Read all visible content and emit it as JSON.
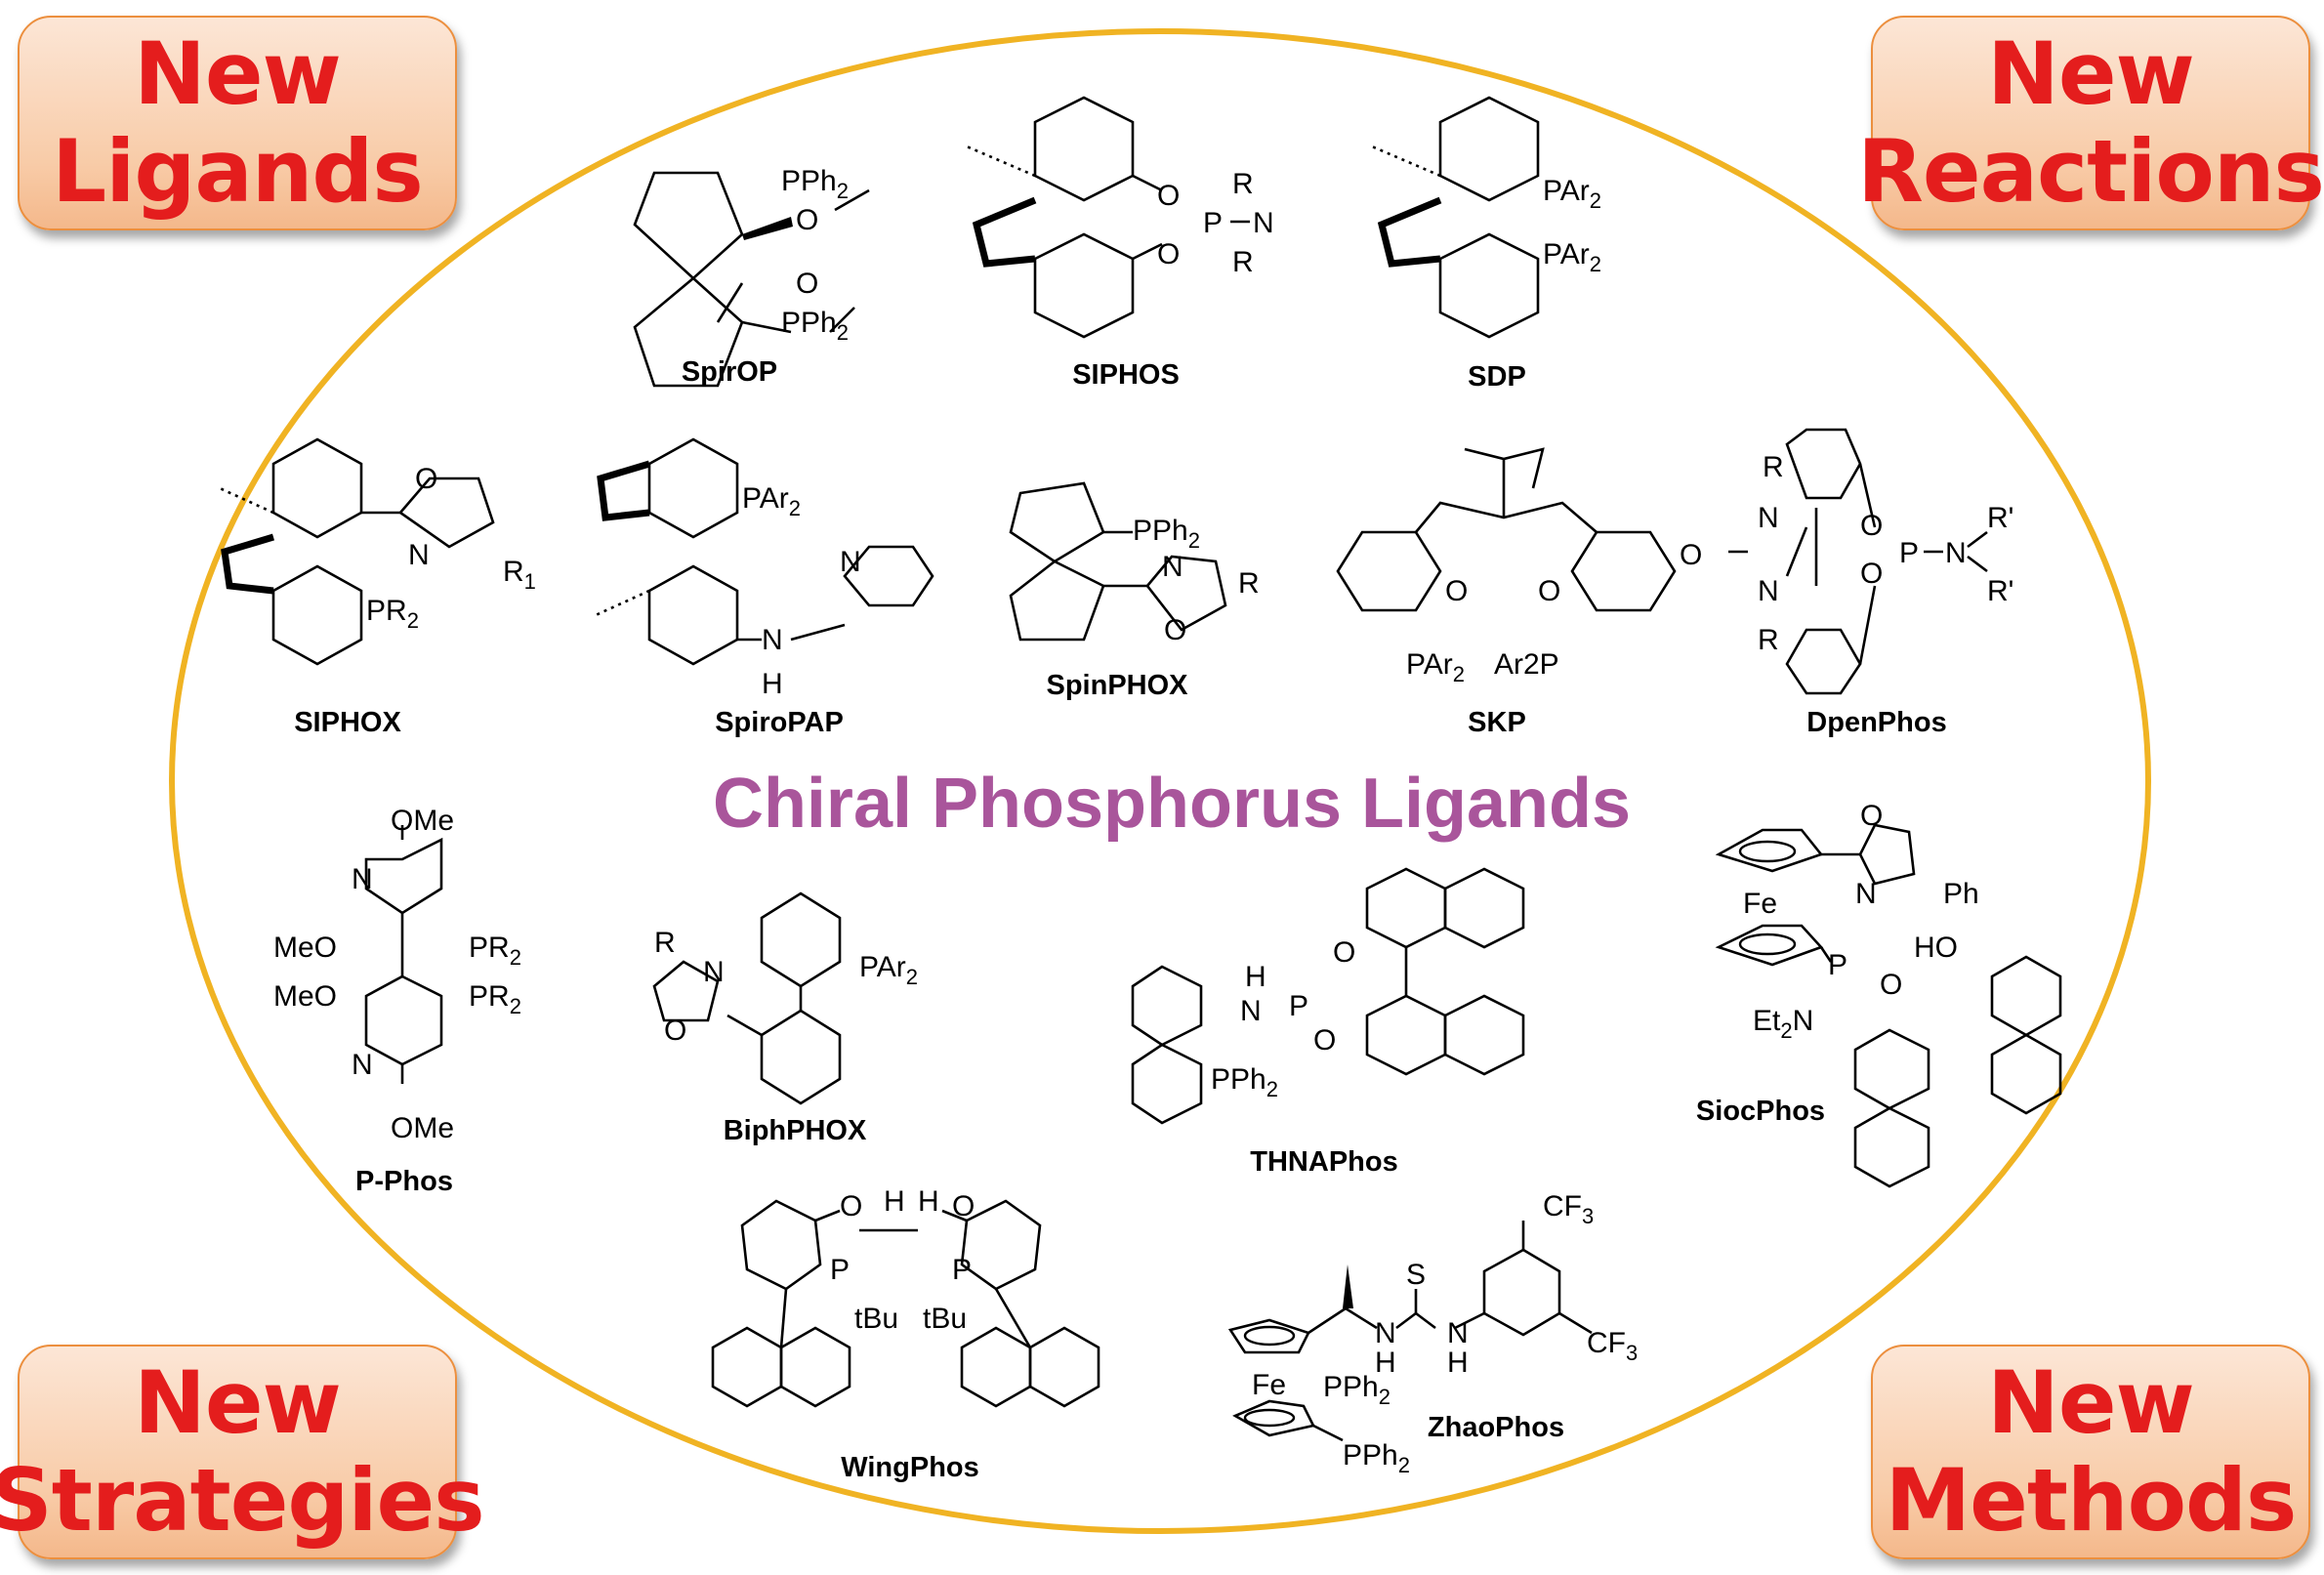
{
  "corners": {
    "top_left": {
      "line1": "New",
      "line2": "Ligands"
    },
    "top_right": {
      "line1": "New",
      "line2": "Reactions"
    },
    "bottom_left": {
      "line1": "New",
      "line2": "Strategies"
    },
    "bottom_right": {
      "line1": "New",
      "line2": "Methods"
    }
  },
  "title": "Chiral Phosphorus Ligands",
  "colors": {
    "corner_text": "#E41D1D",
    "corner_border": "#EC8F3E",
    "ellipse": "#F0B323",
    "title": "#A9559B"
  },
  "ligands": [
    {
      "name": "SpirOP",
      "atoms": [
        "PPh2",
        "O",
        "O",
        "PPh2"
      ]
    },
    {
      "name": "SIPHOS",
      "atoms": [
        "O",
        "P",
        "N",
        "R",
        "R",
        "O"
      ]
    },
    {
      "name": "SDP",
      "atoms": [
        "PAr2",
        "PAr2"
      ]
    },
    {
      "name": "SIPHOX",
      "atoms": [
        "O",
        "N",
        "R1",
        "PR2"
      ]
    },
    {
      "name": "SpiroPAP",
      "atoms": [
        "PAr2",
        "N",
        "N",
        "H"
      ]
    },
    {
      "name": "SpinPHOX",
      "atoms": [
        "PPh2",
        "N",
        "R",
        "O"
      ]
    },
    {
      "name": "SKP",
      "atoms": [
        "O",
        "O",
        "PAr2",
        "Ar2P"
      ]
    },
    {
      "name": "DpenPhos",
      "atoms": [
        "R",
        "N",
        "O",
        "N",
        "R",
        "O",
        "O",
        "P",
        "N",
        "R'",
        "R'"
      ]
    },
    {
      "name": "P-Phos",
      "atoms": [
        "OMe",
        "N",
        "MeO",
        "PR2",
        "MeO",
        "PR2",
        "N",
        "OMe"
      ]
    },
    {
      "name": "BiphPHOX",
      "atoms": [
        "R",
        "N",
        "O",
        "PAr2"
      ]
    },
    {
      "name": "THNAPhos",
      "atoms": [
        "H",
        "N",
        "P",
        "O",
        "O",
        "PPh2"
      ]
    },
    {
      "name": "SiocPhos",
      "atoms": [
        "O",
        "N",
        "Ph",
        "Fe",
        "P",
        "O",
        "HO",
        "Et2N"
      ]
    },
    {
      "name": "WingPhos",
      "atoms": [
        "O",
        "H",
        "H",
        "O",
        "P",
        "P",
        "tBu",
        "tBu"
      ]
    },
    {
      "name": "ZhaoPhos",
      "atoms": [
        "CF3",
        "S",
        "N",
        "H",
        "N",
        "H",
        "CF3",
        "Fe",
        "PPh2",
        "PPh2"
      ]
    }
  ]
}
